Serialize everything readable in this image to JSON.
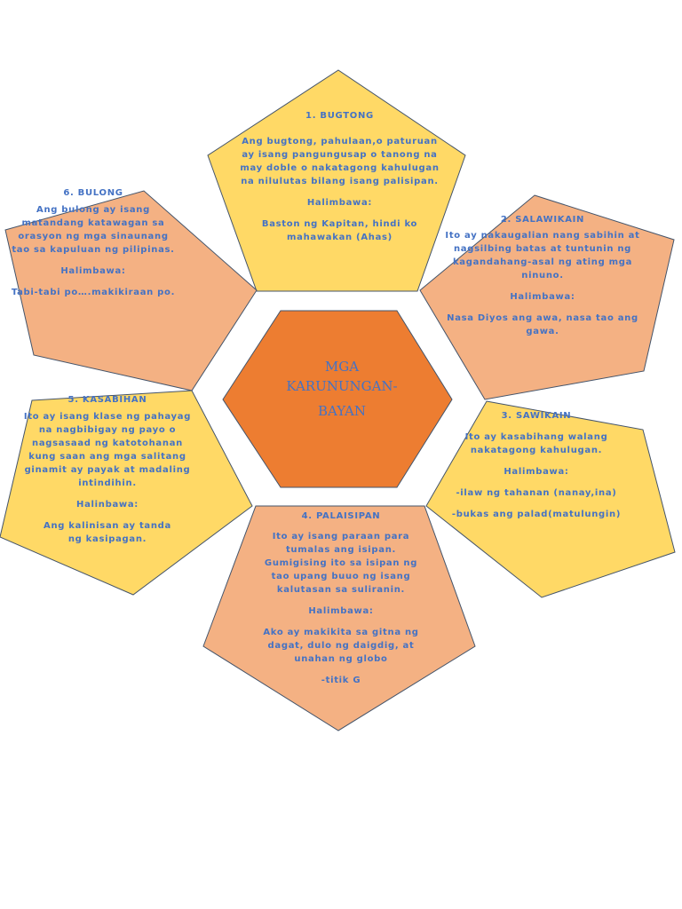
{
  "colors": {
    "yellow": "#FFD966",
    "peach": "#F4B183",
    "orange": "#ED7D31",
    "stroke": "#44546A",
    "text": "#4472C4"
  },
  "center": {
    "line1": "MGA",
    "line2": "KARUNUNGAN-",
    "line3": "BAYAN"
  },
  "bugtong": {
    "title": "1. BUGTONG",
    "body": "Ang bugtong, pahulaan,o paturuan ay isang pangungusap o tanong na may doble o nakatagong kahulugan na nilulutas bilang isang palisipan.",
    "example_label": "Halimbawa:",
    "example": "Baston ng Kapitan, hindi ko mahawakan (Ahas)"
  },
  "salawikain": {
    "title": "2. SALAWIKAIN",
    "body": "Ito ay nakaugalian nang sabihin at nagsilbing batas at tuntunin ng kagandahang-asal ng ating mga ninuno.",
    "example_label": "Halimbawa:",
    "example": "Nasa Diyos ang awa, nasa tao ang gawa."
  },
  "sawikain": {
    "title": "3. SAWIKAIN",
    "body": "Ito ay kasabihang walang nakatagong kahulugan.",
    "example_label": "Halimbawa:",
    "example1": "-ilaw ng tahanan (nanay,ina)",
    "example2": "-bukas ang palad(matulungin)"
  },
  "palaisipan": {
    "title": "4. PALAISIPAN",
    "body": "Ito ay isang paraan para tumalas ang isipan. Gumigising ito sa isipan ng tao upang buuo ng isang kalutasan sa suliranin.",
    "example_label": "Halimbawa:",
    "example": "Ako ay makikita sa gitna ng dagat, dulo ng daigdig, at unahan ng globo",
    "answer": "-titik G"
  },
  "kasabihan": {
    "title": "5. KASABIHAN",
    "body": "Ito ay isang klase ng pahayag na nagbibigay ng payo o nagsasaad ng katotohanan kung saan ang mga salitang ginamit ay payak at madaling intindihin.",
    "example_label": "Halinbawa:",
    "example": "Ang kalinisan ay tanda ng kasipagan."
  },
  "bulong": {
    "title": "6. BULONG",
    "body": "Ang bulong ay isang matandang katawagan sa orasyon ng mga sinaunang tao sa kapuluan ng pilipinas.",
    "example_label": "Halimbawa:",
    "example": "Tabi-tabi po….makikiraan po."
  }
}
